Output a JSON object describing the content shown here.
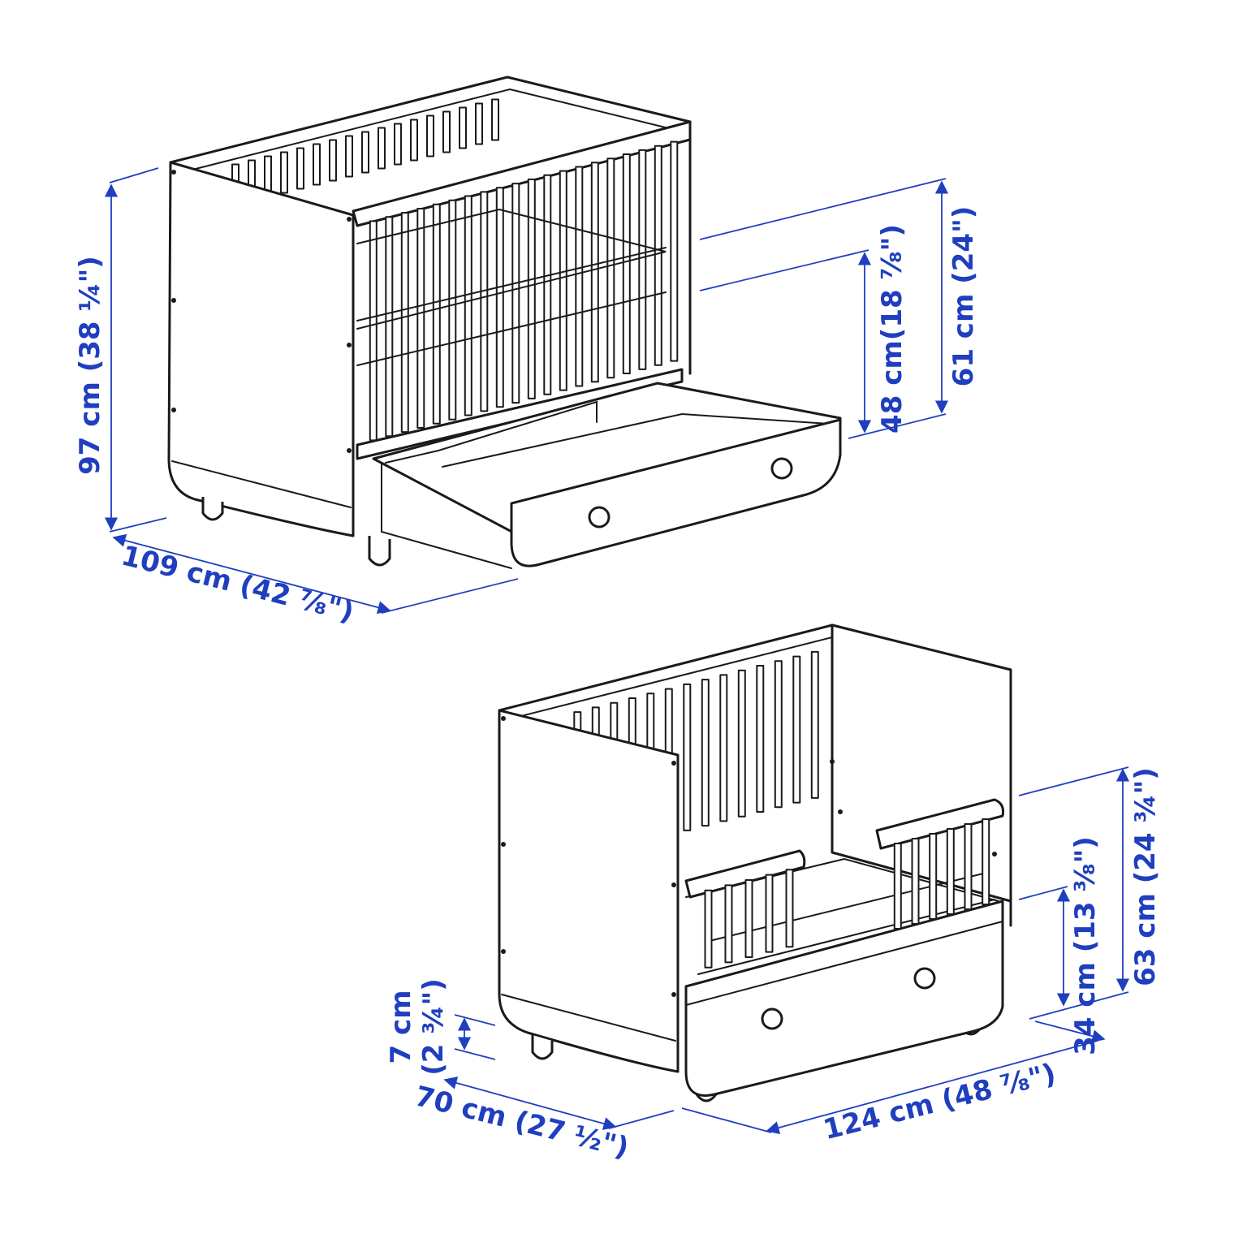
{
  "colors": {
    "dimension": "#1f3fbf",
    "line_art": "#1a1a1a",
    "background": "#ffffff"
  },
  "crib": {
    "height_label": "97 cm (38 ¼\")",
    "length_label": "109 cm (42 ⅞\")",
    "upper_base_label": "61 cm (24\")",
    "lower_base_label": "48 cm(18 ⅞\")"
  },
  "toddler_bed": {
    "height_label": "63 cm (24 ¾\")",
    "side_rail_label": "34 cm (13 ⅜\")",
    "clearance_value": "7 cm",
    "clearance_inches": "(2 ¾\")",
    "width_label": "70 cm (27 ½\")",
    "length_label": "124 cm (48 ⅞\")"
  }
}
